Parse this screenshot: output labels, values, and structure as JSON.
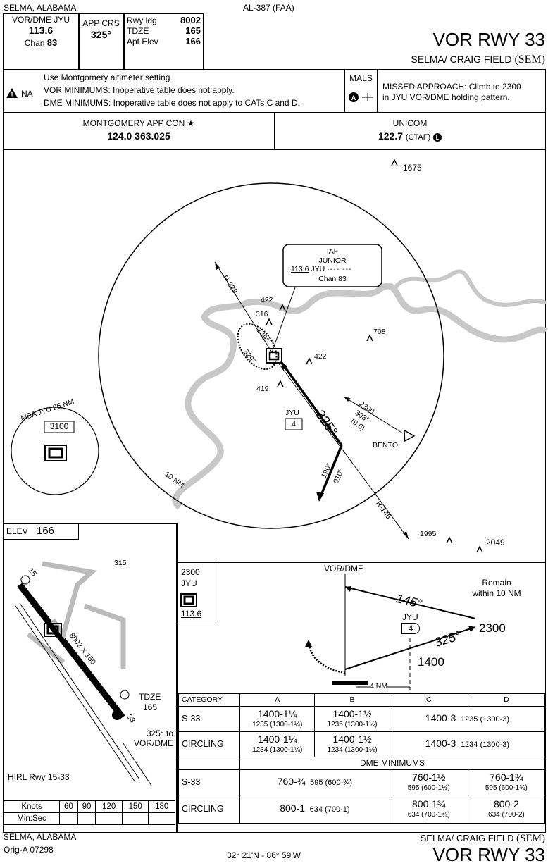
{
  "header": {
    "location": "SELMA, ALABAMA",
    "procedure_id": "AL-387 (FAA)",
    "title": "VOR RWY 33",
    "airport": "SELMA/ CRAIG FIELD",
    "airport_id": "(SEM)"
  },
  "nav": {
    "facility_label": "VOR/DME JYU",
    "frequency": "113.6",
    "chan_label": "Chan",
    "chan": "83",
    "app_crs_label": "APP CRS",
    "app_crs": "325°",
    "rwy_ldg_label": "Rwy ldg",
    "rwy_ldg": "8002",
    "tdze_label": "TDZE",
    "tdze": "165",
    "apt_elev_label": "Apt Elev",
    "apt_elev": "166"
  },
  "notes": {
    "na_label": "NA",
    "line1": "Use Montgomery altimeter setting.",
    "line2": "VOR MINIMUMS: Inoperative table does not apply.",
    "line3": "DME MINIMUMS: Inoperative table does not apply to CATs C and D.",
    "mals_label": "MALS",
    "missed_line1": "MISSED APPROACH:  Climb to 2300",
    "missed_line2": "in JYU VOR/DME holding pattern."
  },
  "comms": {
    "app_con_label": "MONTGOMERY APP CON ★",
    "app_con_freq": "124.0  363.025",
    "unicom_label": "UNICOM",
    "unicom_freq": "122.7",
    "unicom_suffix": "(CTAF)"
  },
  "planview": {
    "iaf": "IAF",
    "junior": "JUNIOR",
    "junior_freq": "113.6",
    "junior_id": "JYU",
    "junior_chan": "Chan 83",
    "r329": "R-329",
    "r145": "R-145",
    "course_out": "149°",
    "course_in": "329°",
    "final_course": "325°",
    "ten_nm": "10 NM",
    "msa_label": "MSA JYU 25 NM",
    "msa_alt": "3100",
    "jyu_dme": "JYU",
    "jyu_dme_value": "4",
    "bento": "BENTO",
    "bento_alt": "2300",
    "bento_crs": "303°",
    "bento_dist": "(9.6)",
    "crs_190": "190°",
    "crs_010": "010°",
    "elev_1675": "1675",
    "elev_422a": "422",
    "elev_316": "316",
    "elev_708": "708",
    "elev_422b": "422",
    "elev_419": "419",
    "elev_1995": "1995",
    "elev_2049": "2049"
  },
  "airport_diagram": {
    "elev_label": "ELEV",
    "elev": "166",
    "rwy15": "15",
    "rwy33": "33",
    "rwy_dims": "8002 X 150",
    "obst": "315",
    "tdze_label": "TDZE",
    "tdze": "165",
    "crs_note1": "325° to",
    "crs_note2": "VOR/DME",
    "hirl": "HIRL Rwy 15-33"
  },
  "knots_table": {
    "headers": [
      "Knots",
      "60",
      "90",
      "120",
      "150",
      "180"
    ],
    "row_label": "Min:Sec"
  },
  "profile": {
    "alt": "2300",
    "fix": "JYU",
    "freq": "113.6",
    "vordme": "VOR/DME",
    "remain1": "Remain",
    "remain2": "within 10 NM",
    "crs_out": "145°",
    "crs_in": "325°",
    "hold_alt": "2300",
    "jyu": "JYU",
    "dme": "4",
    "mda": "1400",
    "dist": "4 NM"
  },
  "minimums": {
    "cat_label": "CATEGORY",
    "cats": [
      "A",
      "B",
      "C",
      "D"
    ],
    "vor_rows": [
      {
        "label": "S-33",
        "a_main": "1400-1¼",
        "a_sub": "1235 (1300-1¼)",
        "b_main": "1400-1½",
        "b_sub": "1235 (1300-1½)",
        "cd_main": "1400-3",
        "cd_sub": "1235 (1300-3)"
      },
      {
        "label": "CIRCLING",
        "a_main": "1400-1¼",
        "a_sub": "1234 (1300-1¼)",
        "b_main": "1400-1½",
        "b_sub": "1234 (1300-1½)",
        "cd_main": "1400-3",
        "cd_sub": "1234 (1300-3)"
      }
    ],
    "dme_label": "DME MINIMUMS",
    "dme_rows": [
      {
        "label": "S-33",
        "ab_main": "760-¾",
        "ab_sub": "595 (600-¾)",
        "c_main": "760-1½",
        "c_sub": "595 (600-1½)",
        "d_main": "760-1¾",
        "d_sub": "595 (600-1¾)"
      },
      {
        "label": "CIRCLING",
        "ab_main": "800-1",
        "ab_sub": "634 (700-1)",
        "c_main": "800-1¾",
        "c_sub": "634 (700-1¾)",
        "d_main": "800-2",
        "d_sub": "634 (700-2)"
      }
    ]
  },
  "footer": {
    "location": "SELMA, ALABAMA",
    "orig": "Orig-A  07298",
    "coords": "32° 21'N - 86° 59'W",
    "airport": "SELMA/ CRAIG FIELD",
    "airport_id": "(SEM)",
    "title": "VOR RWY 33"
  }
}
